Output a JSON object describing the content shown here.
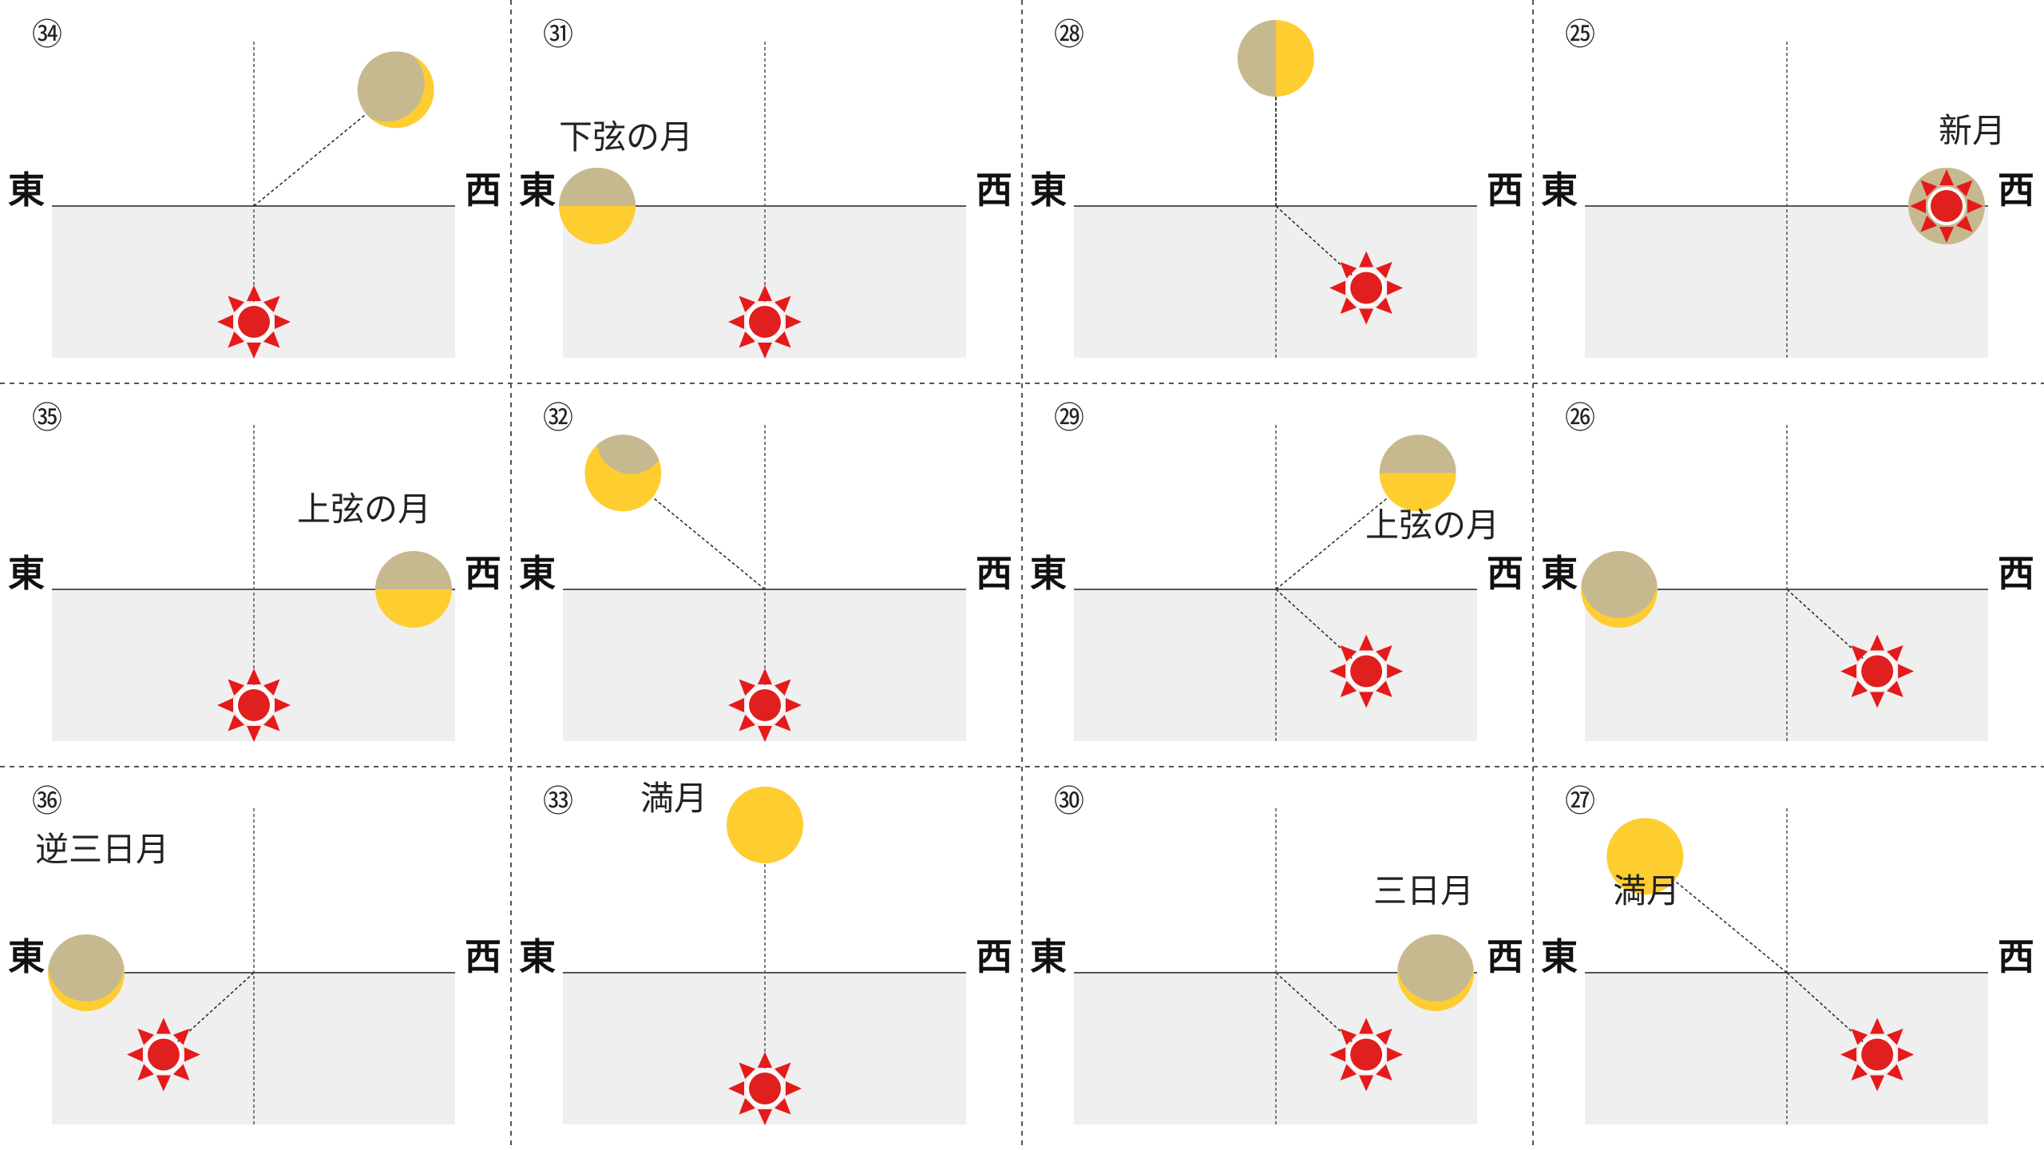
{
  "colors": {
    "ground": "#efefef",
    "horizon_line": "#555555",
    "moon_lit": "#fecd30",
    "moon_dark": "#c7b98f",
    "sun_body": "#e0201e",
    "sun_ray": "#e51a1a",
    "divider": "#555555"
  },
  "panels": [
    {
      "number": "㉞",
      "east": "東",
      "west": "西",
      "moon_label": "",
      "moon_phase": "waning-crescent-right",
      "moon_angle_deg": 45,
      "moon_shown": "sky",
      "sun_angle_deg": -90,
      "ray_to_moon": true,
      "ray_to_sun": false
    },
    {
      "number": "㉛",
      "east": "東",
      "west": "西",
      "moon_label": "下弦の月",
      "moon_phase": "half-lower",
      "moon_angle_deg": 180,
      "moon_shown": "horizon",
      "sun_angle_deg": -90,
      "ray_to_moon": false,
      "ray_to_sun": false
    },
    {
      "number": "㉘",
      "east": "東",
      "west": "西",
      "moon_label": "",
      "moon_phase": "half-right",
      "moon_angle_deg": 90,
      "moon_shown": "sky",
      "sun_angle_deg": -45,
      "ray_to_moon": true,
      "ray_to_sun": true
    },
    {
      "number": "㉕",
      "east": "東",
      "west": "西",
      "moon_label": "新月",
      "moon_phase": "new",
      "moon_angle_deg": 0,
      "moon_shown": "horizon",
      "sun_angle_deg": 0,
      "ray_to_moon": false,
      "ray_to_sun": false
    },
    {
      "number": "㉟",
      "east": "東",
      "west": "西",
      "moon_label": "上弦の月",
      "moon_phase": "half-lower",
      "moon_angle_deg": 0,
      "moon_shown": "horizon",
      "sun_angle_deg": -90,
      "ray_to_moon": false,
      "ray_to_sun": false
    },
    {
      "number": "㉜",
      "east": "東",
      "west": "西",
      "moon_label": "",
      "moon_phase": "gibbous-lower",
      "moon_angle_deg": 135,
      "moon_shown": "sky",
      "sun_angle_deg": -90,
      "ray_to_moon": true,
      "ray_to_sun": false
    },
    {
      "number": "㉙",
      "east": "東",
      "west": "西",
      "moon_label": "上弦の月",
      "moon_phase": "half-lower",
      "moon_angle_deg": 45,
      "moon_shown": "sky",
      "sun_angle_deg": -45,
      "ray_to_moon": true,
      "ray_to_sun": true
    },
    {
      "number": "㉖",
      "east": "東",
      "west": "西",
      "moon_label": "",
      "moon_phase": "crescent-lower",
      "moon_angle_deg": 180,
      "moon_shown": "horizon",
      "sun_angle_deg": -45,
      "ray_to_moon": false,
      "ray_to_sun": true
    },
    {
      "number": "㊱",
      "east": "東",
      "west": "西",
      "moon_label": "逆三日月",
      "moon_phase": "crescent-lower",
      "moon_angle_deg": 180,
      "moon_shown": "horizon",
      "sun_angle_deg": -135,
      "ray_to_moon": false,
      "ray_to_sun": true
    },
    {
      "number": "㉝",
      "east": "東",
      "west": "西",
      "moon_label": "満月",
      "moon_phase": "full",
      "moon_angle_deg": 90,
      "moon_shown": "sky",
      "sun_angle_deg": -90,
      "ray_to_moon": false,
      "ray_to_sun": false
    },
    {
      "number": "㉚",
      "east": "東",
      "west": "西",
      "moon_label": "三日月",
      "moon_phase": "crescent-lower",
      "moon_angle_deg": 0,
      "moon_shown": "horizon",
      "sun_angle_deg": -45,
      "ray_to_moon": false,
      "ray_to_sun": true
    },
    {
      "number": "㉗",
      "east": "東",
      "west": "西",
      "moon_label": "満月",
      "moon_phase": "full",
      "moon_angle_deg": 135,
      "moon_shown": "sky",
      "sun_angle_deg": -45,
      "ray_to_moon": true,
      "ray_to_sun": true
    }
  ]
}
